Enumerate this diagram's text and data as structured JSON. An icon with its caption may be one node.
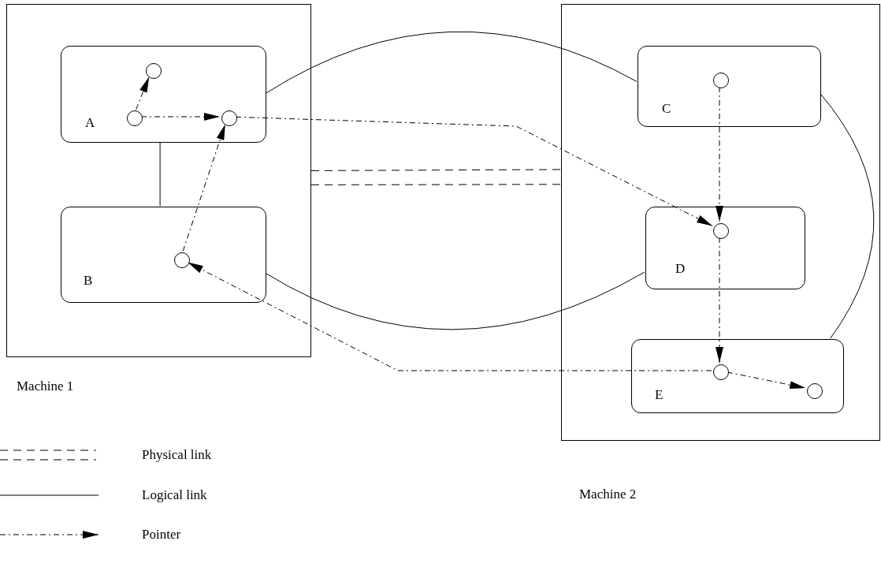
{
  "diagram": {
    "nodes": [
      {
        "text": [
          "Machine 1"
        ]
      },
      {
        "text": [
          "A"
        ],
        "in": 0
      },
      {
        "text": [
          "B"
        ],
        "in": 0
      },
      {
        "text": [
          "Machine 2"
        ]
      },
      {
        "text": [
          "C"
        ],
        "in": 3
      },
      {
        "text": [
          "D"
        ],
        "in": 3
      },
      {
        "text": [
          "E"
        ],
        "in": 3
      },
      {
        "text": [],
        "shape": "circle",
        "in": 1
      },
      {
        "text": [],
        "shape": "circle",
        "in": 1
      },
      {
        "text": [],
        "shape": "circle",
        "in": 1
      },
      {
        "text": [],
        "shape": "circle",
        "in": 2
      },
      {
        "text": [],
        "shape": "circle",
        "in": 4
      },
      {
        "text": [],
        "shape": "circle",
        "in": 5
      },
      {
        "text": [],
        "shape": "circle",
        "in": 6
      },
      {
        "text": [],
        "shape": "circle",
        "in": 6
      }
    ],
    "edges": [
      {
        "from": 7,
        "to": 8,
        "arrow": "to",
        "style": "dashed"
      },
      {
        "from": 7,
        "to": 9,
        "arrow": "to",
        "style": "dashed"
      },
      {
        "from": 10,
        "to": 9,
        "arrow": "to",
        "style": "dashed"
      },
      {
        "from": 9,
        "to": 12,
        "arrow": "to",
        "style": "dashed"
      },
      {
        "from": 11,
        "to": 12,
        "arrow": "to",
        "style": "dashed"
      },
      {
        "from": 12,
        "to": 13,
        "arrow": "to",
        "style": "dashed"
      },
      {
        "from": 13,
        "to": 14,
        "arrow": "to",
        "style": "dashed"
      },
      {
        "from": 13,
        "to": 10,
        "arrow": "to",
        "style": "dashed"
      },
      {
        "from": 1,
        "to": 2,
        "arrow": "none"
      },
      {
        "from": 1,
        "to": 4,
        "arrow": "none"
      },
      {
        "from": 2,
        "to": 5,
        "arrow": "none"
      },
      {
        "from": 4,
        "to": 6,
        "arrow": "none"
      },
      {
        "from": 0,
        "to": 3,
        "arrow": "none",
        "style": "dashed"
      },
      {
        "from": 0,
        "to": 3,
        "arrow": "none",
        "style": "dashed"
      }
    ],
    "legend": [
      {
        "text": "Physical link"
      },
      {
        "text": "Logical link"
      },
      {
        "text": "Pointer"
      }
    ]
  }
}
